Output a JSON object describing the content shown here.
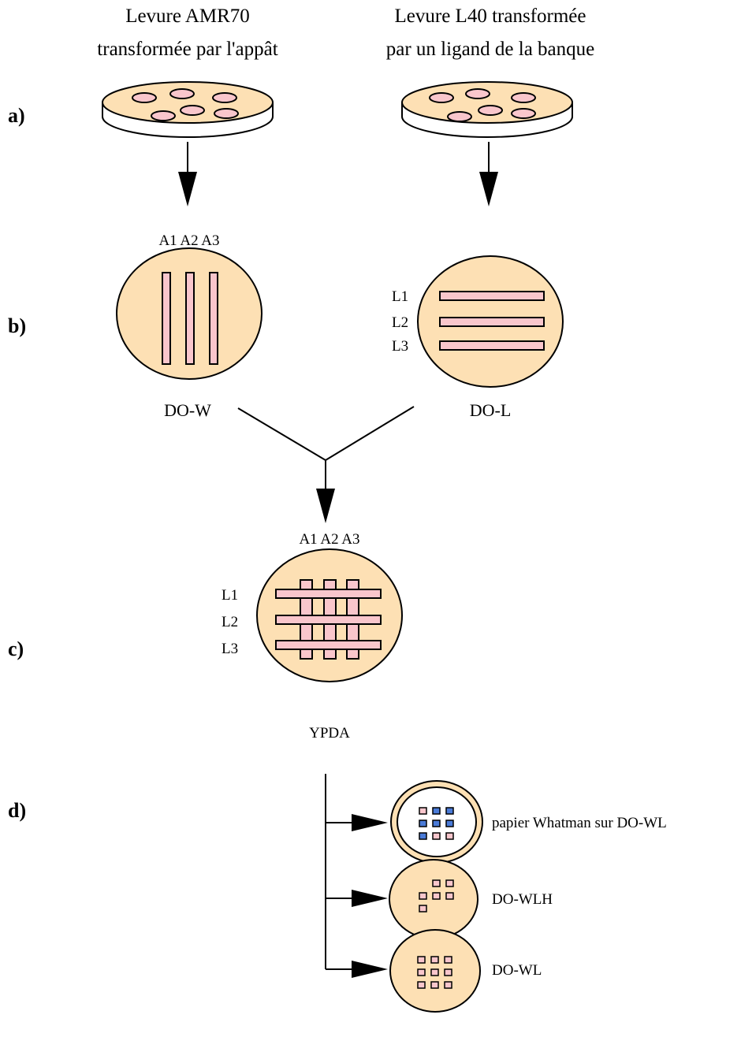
{
  "headers": {
    "left_line1": "Levure AMR70",
    "left_line2": "transformée par l'appât",
    "right_line1": "Levure L40 transformée",
    "right_line2": "par un ligand de la banque"
  },
  "steps": {
    "a": "a)",
    "b": "b)",
    "c": "c)",
    "d": "d)"
  },
  "plate_b_left": {
    "col_labels": "A1 A2 A3",
    "name": "DO-W"
  },
  "plate_b_right": {
    "row1": "L1",
    "row2": "L2",
    "row3": "L3",
    "name": "DO-L"
  },
  "plate_c": {
    "col_labels": "A1 A2 A3",
    "row1": "L1",
    "row2": "L2",
    "row3": "L3",
    "name": "YPDA"
  },
  "plates_d": {
    "whatman": "papier Whatman sur DO-WL",
    "wlh": "DO-WLH",
    "wl": "DO-WL"
  },
  "colors": {
    "dish": "#fde0b4",
    "streak": "#f9c6cc",
    "colony_positive": "#4a7bd8",
    "colony_negative": "#f9c6cc",
    "paper": "#ffffff"
  }
}
